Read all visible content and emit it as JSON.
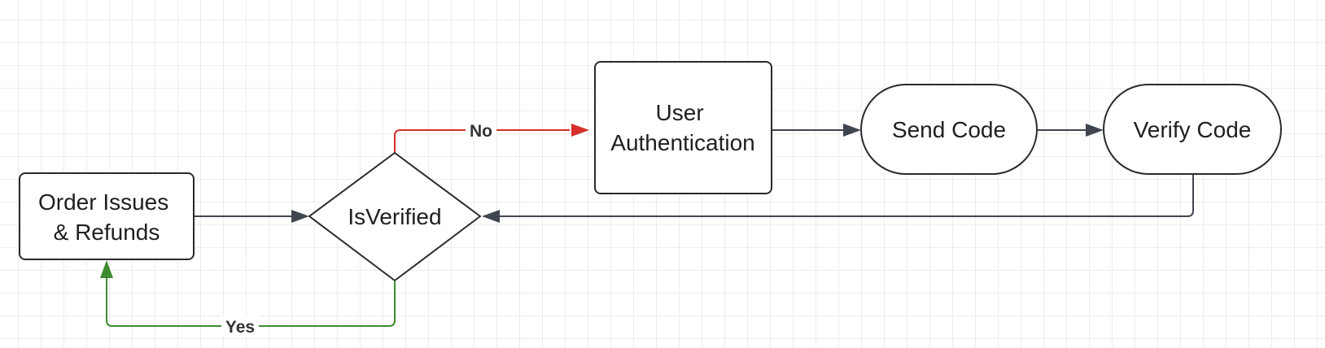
{
  "diagram": {
    "nodes": {
      "order_issues": {
        "line1": "Order Issues",
        "line2": "& Refunds"
      },
      "is_verified": {
        "label": "IsVerified"
      },
      "user_auth": {
        "line1": "User",
        "line2": "Authentication"
      },
      "send_code": {
        "label": "Send Code"
      },
      "verify_code": {
        "label": "Verify Code"
      }
    },
    "edges": {
      "no": {
        "label": "No",
        "color": "#d62f2a"
      },
      "yes": {
        "label": "Yes",
        "color": "#3d8c2f"
      },
      "default_color": "#3f4550"
    },
    "node_stroke": "#2a2a2a",
    "grid_color": "#ececec"
  }
}
